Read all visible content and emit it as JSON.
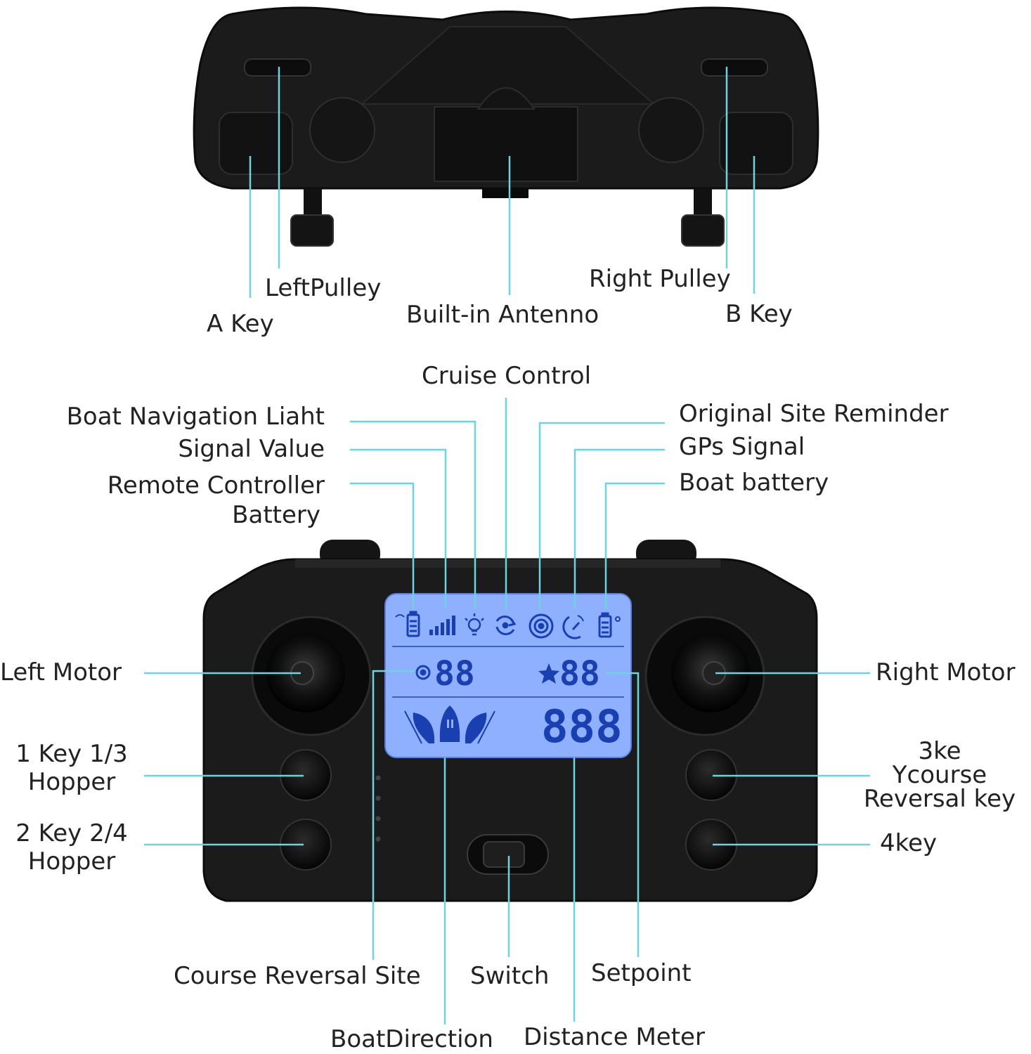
{
  "colors": {
    "leader": "#6fd3dd",
    "device_body": "#1b1b1b",
    "device_edge": "#0c0c0c",
    "lcd_bg": "#8fb0ff",
    "lcd_ink": "#1a3fb0",
    "text": "#222222"
  },
  "top_view_labels": {
    "a_key": "A Key",
    "left_pulley": "LeftPulley",
    "antenna": "Built-in Antenno",
    "right_pulley": "Right Pulley",
    "b_key": "B Key"
  },
  "display_labels": {
    "boat_nav_light": "Boat Navigation Liaht",
    "signal_value": "Signal Value",
    "rc_battery_line1": "Remote Controller",
    "rc_battery_line2": "Battery",
    "cruise_control": "Cruise Control",
    "original_site": "Original Site Reminder",
    "gps_signal": "GPs Signal",
    "boat_battery": "Boat battery"
  },
  "front_labels": {
    "left_motor": "Left Motor",
    "right_motor": "Right Motor",
    "key1_line1": "1 Key 1/3",
    "key1_line2": "Hopper",
    "key2_line1": "2 Key 2/4",
    "key2_line2": "Hopper",
    "key3_line1": "3ke",
    "key3_line2": "Ycourse",
    "key3_line3": "Reversal key",
    "key4": "4key",
    "course_reversal": "Course Reversal Site",
    "switch": "Switch",
    "setpoint": "Setpoint",
    "boat_direction": "BoatDirection",
    "distance_meter": "Distance Meter"
  },
  "lcd": {
    "left_digits": "88",
    "right_digits": "88",
    "distance_digits": "888"
  },
  "icons": [
    "rc-battery-icon",
    "signal-bars-icon",
    "light-bulb-icon",
    "cruise-icon",
    "target-icon",
    "gps-satellite-icon",
    "boat-battery-icon",
    "star-icon",
    "boat-direction-icon"
  ]
}
